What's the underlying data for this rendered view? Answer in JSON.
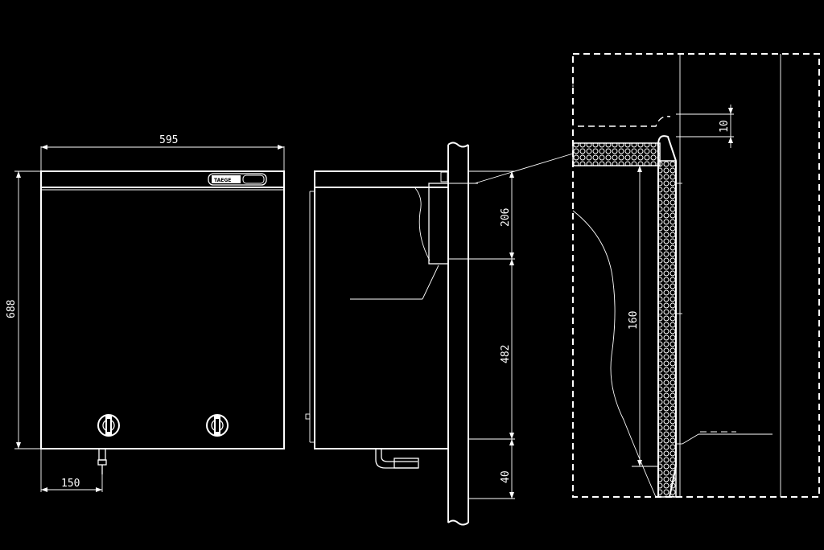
{
  "front_view": {
    "width_label": "595",
    "height_label": "688",
    "offset_label": "150",
    "brand_label": "TAEGE"
  },
  "side_view": {
    "dim_top": "206",
    "dim_middle": "482",
    "dim_bottom": "40"
  },
  "detail_view": {
    "gap_label": "10",
    "depth_label": "160"
  }
}
